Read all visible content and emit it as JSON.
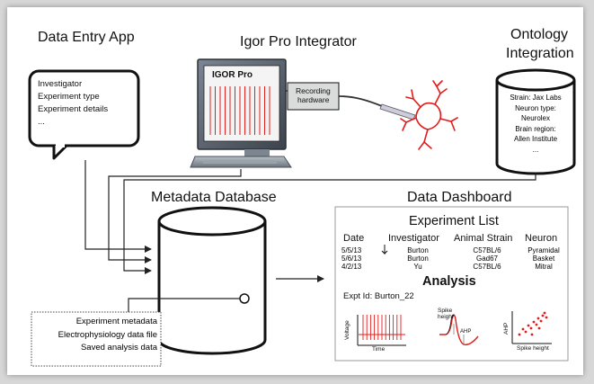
{
  "titles": {
    "data_entry": "Data Entry App",
    "igor": "Igor Pro Integrator",
    "ontology": [
      "Ontology",
      "Integration"
    ],
    "metadata_db": "Metadata Database",
    "dashboard": "Data Dashboard"
  },
  "data_entry_items": [
    "Investigator",
    "Experiment type",
    "Experiment details",
    "..."
  ],
  "igor_screen_label": "IGOR Pro",
  "recording_hardware": [
    "Recording",
    "hardware"
  ],
  "ontology_items": [
    "Strain: Jax Labs",
    "Neuron type:",
    "Neurolex",
    "Brain region:",
    "Allen Institute",
    "..."
  ],
  "db_contents": [
    "Experiment metadata",
    "Electrophysiology data file",
    "Saved analysis data"
  ],
  "dashboard": {
    "experiment_list_title": "Experiment List",
    "columns": [
      "Date",
      "Investigator",
      "Animal Strain",
      "Neuron"
    ],
    "rows": [
      [
        "5/5/13",
        "Burton",
        "C57BL/6",
        "Pyramidal"
      ],
      [
        "5/6/13",
        "Burton",
        "Gad67",
        "Basket"
      ],
      [
        "4/2/13",
        "Yu",
        "C57BL/6",
        "Mitral"
      ]
    ],
    "analysis_title": "Analysis",
    "expt_id": "Expt Id: Burton_22",
    "plot1": {
      "ylabel": "Voltage",
      "xlabel": "Time"
    },
    "plot2": {
      "label": [
        "Spike",
        "height"
      ],
      "ahp": "AHP"
    },
    "plot3": {
      "ylabel": "AHP",
      "xlabel": "Spike height"
    }
  }
}
